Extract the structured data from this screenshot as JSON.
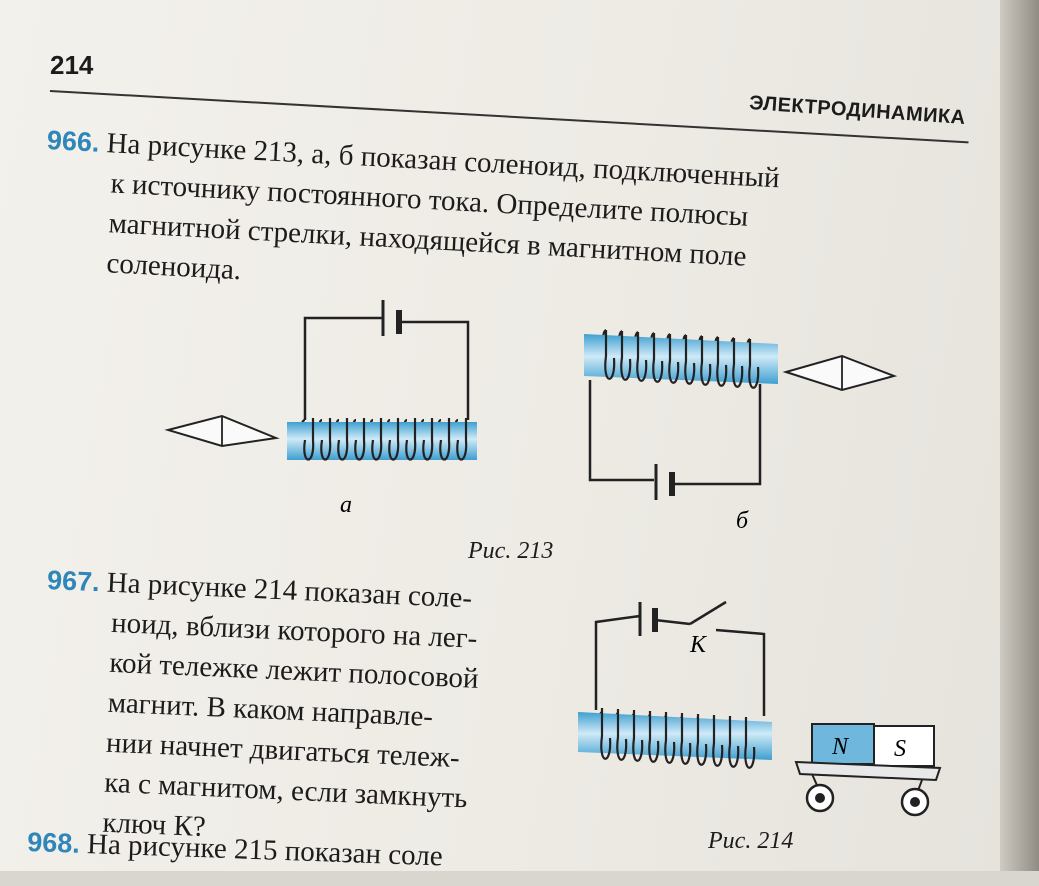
{
  "header": {
    "page_number": "214",
    "section_title": "ЭЛЕКТРОДИНАМИКА"
  },
  "problems": [
    {
      "number": "966.",
      "lines": [
        "На рисунке 213, а, б показан соленоид, подключенный",
        "к источнику постоянного тока. Определите полюсы",
        "магнитной стрелки, находящейся в магнитном поле",
        "соленоида."
      ]
    },
    {
      "number": "967.",
      "lines": [
        "На рисунке 214 показан соле-",
        "ноид, вблизи которого на лег-",
        "кой тележке лежит полосовой",
        "магнит. В каком направле-",
        "нии начнет двигаться тележ-",
        "ка с магнитом, если замкнуть",
        "ключ К?"
      ]
    },
    {
      "number": "968.",
      "lines": [
        "На рисунке 215 показан соле"
      ]
    }
  ],
  "figures": {
    "fig213": {
      "caption": "Рис. 213",
      "label_a": "а",
      "label_b": "б"
    },
    "fig214": {
      "caption": "Рис. 214",
      "switch_label": "К",
      "magnet_north": "N",
      "magnet_south": "S"
    }
  },
  "colors": {
    "problem_number": "#2f86b9",
    "solenoid_core": "#4aa6d6",
    "solenoid_core_light": "#bfe2f3",
    "magnet_north": "#6fb7dd",
    "magnet_south": "#ffffff"
  }
}
